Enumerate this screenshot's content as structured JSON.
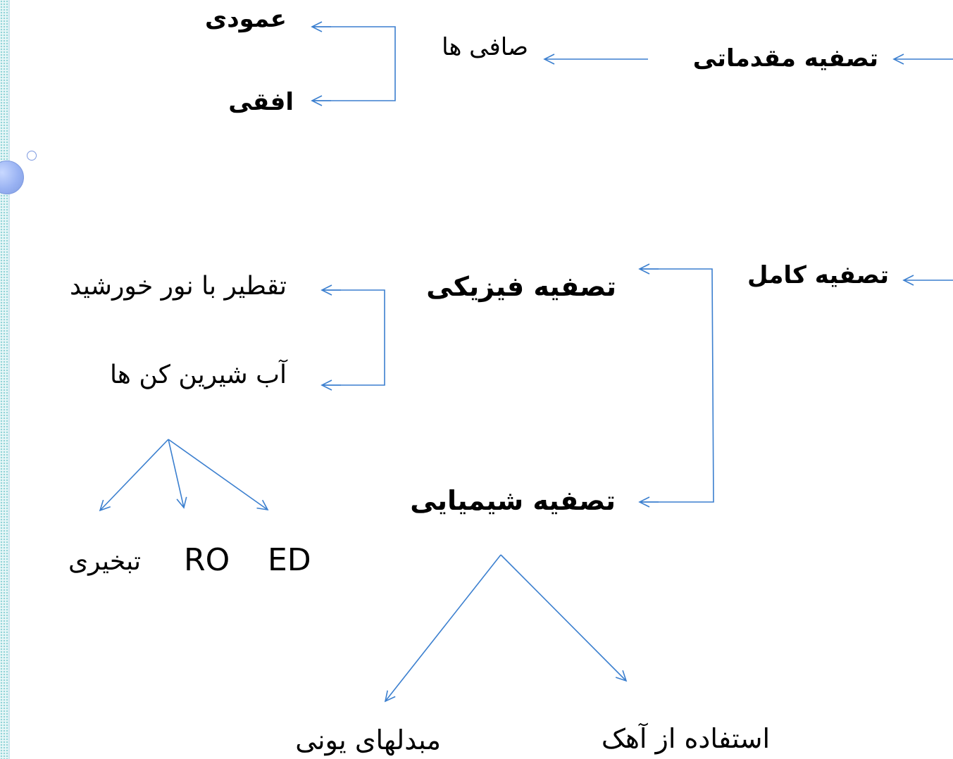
{
  "diagram": {
    "preliminary": "تصفیه مقدماتی",
    "filters": "صافی ها",
    "vertical": "عمودی",
    "horizontal": "افقی",
    "complete": "تصفیه کامل",
    "physical": "تصفیه فیزیکی",
    "solar_distillation": "تقطیر با نور خورشید",
    "desalinators": "آب شیرین کن ها",
    "evaporative": "تبخیری",
    "ro": "RO",
    "ed": "ED",
    "chemical": "تصفیه شیمیایی",
    "lime": "استفاده از آهک",
    "ion_exchangers": "مبدلهای یونی"
  },
  "colors": {
    "connector": "#3b7fcf",
    "text": "#000000",
    "edge_dots": "#8fd3d6",
    "circle": "#9ab3f3"
  }
}
